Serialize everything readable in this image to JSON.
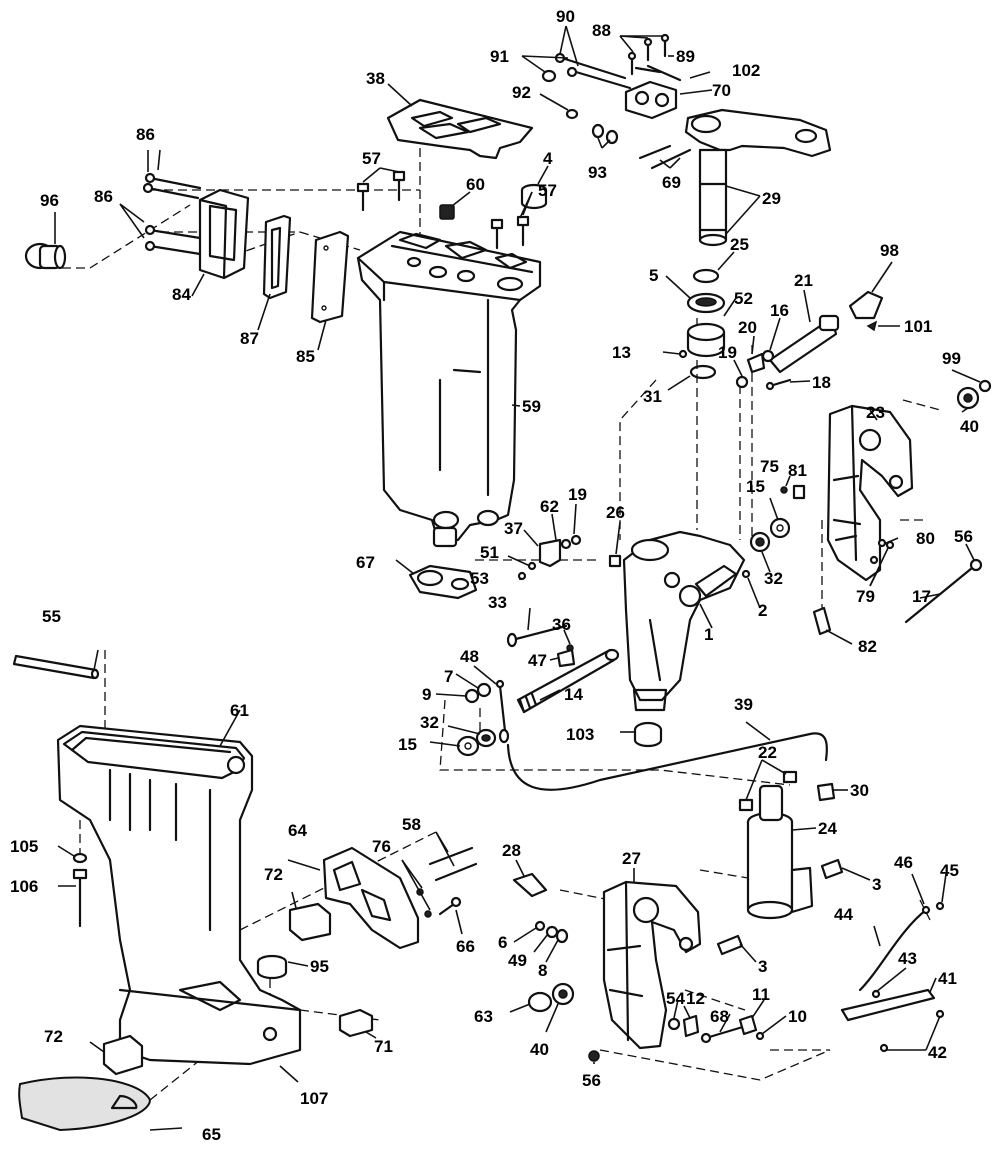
{
  "callouts": [
    {
      "id": "c1",
      "label": "1"
    },
    {
      "id": "c2",
      "label": "2"
    },
    {
      "id": "c3a",
      "label": "3"
    },
    {
      "id": "c3b",
      "label": "3"
    },
    {
      "id": "c4",
      "label": "4"
    },
    {
      "id": "c5",
      "label": "5"
    },
    {
      "id": "c6",
      "label": "6"
    },
    {
      "id": "c7",
      "label": "7"
    },
    {
      "id": "c8",
      "label": "8"
    },
    {
      "id": "c9",
      "label": "9"
    },
    {
      "id": "c10",
      "label": "10"
    },
    {
      "id": "c11",
      "label": "11"
    },
    {
      "id": "c12",
      "label": "12"
    },
    {
      "id": "c13",
      "label": "13"
    },
    {
      "id": "c14",
      "label": "14"
    },
    {
      "id": "c15a",
      "label": "15"
    },
    {
      "id": "c15b",
      "label": "15"
    },
    {
      "id": "c16",
      "label": "16"
    },
    {
      "id": "c17",
      "label": "17"
    },
    {
      "id": "c18",
      "label": "18"
    },
    {
      "id": "c19a",
      "label": "19"
    },
    {
      "id": "c19b",
      "label": "19"
    },
    {
      "id": "c20",
      "label": "20"
    },
    {
      "id": "c21",
      "label": "21"
    },
    {
      "id": "c22",
      "label": "22"
    },
    {
      "id": "c23",
      "label": "23"
    },
    {
      "id": "c24",
      "label": "24"
    },
    {
      "id": "c25",
      "label": "25"
    },
    {
      "id": "c26",
      "label": "26"
    },
    {
      "id": "c27",
      "label": "27"
    },
    {
      "id": "c28",
      "label": "28"
    },
    {
      "id": "c29",
      "label": "29"
    },
    {
      "id": "c30",
      "label": "30"
    },
    {
      "id": "c31",
      "label": "31"
    },
    {
      "id": "c32a",
      "label": "32"
    },
    {
      "id": "c32b",
      "label": "32"
    },
    {
      "id": "c33",
      "label": "33"
    },
    {
      "id": "c36",
      "label": "36"
    },
    {
      "id": "c37",
      "label": "37"
    },
    {
      "id": "c38",
      "label": "38"
    },
    {
      "id": "c39",
      "label": "39"
    },
    {
      "id": "c40a",
      "label": "40"
    },
    {
      "id": "c40b",
      "label": "40"
    },
    {
      "id": "c41",
      "label": "41"
    },
    {
      "id": "c42",
      "label": "42"
    },
    {
      "id": "c43",
      "label": "43"
    },
    {
      "id": "c44",
      "label": "44"
    },
    {
      "id": "c45",
      "label": "45"
    },
    {
      "id": "c46",
      "label": "46"
    },
    {
      "id": "c47",
      "label": "47"
    },
    {
      "id": "c48",
      "label": "48"
    },
    {
      "id": "c49",
      "label": "49"
    },
    {
      "id": "c51",
      "label": "51"
    },
    {
      "id": "c52",
      "label": "52"
    },
    {
      "id": "c53",
      "label": "53"
    },
    {
      "id": "c54",
      "label": "54"
    },
    {
      "id": "c55",
      "label": "55"
    },
    {
      "id": "c56a",
      "label": "56"
    },
    {
      "id": "c56b",
      "label": "56"
    },
    {
      "id": "c57a",
      "label": "57"
    },
    {
      "id": "c57b",
      "label": "57"
    },
    {
      "id": "c58",
      "label": "58"
    },
    {
      "id": "c59",
      "label": "59"
    },
    {
      "id": "c60",
      "label": "60"
    },
    {
      "id": "c61",
      "label": "61"
    },
    {
      "id": "c62",
      "label": "62"
    },
    {
      "id": "c63",
      "label": "63"
    },
    {
      "id": "c64",
      "label": "64"
    },
    {
      "id": "c65",
      "label": "65"
    },
    {
      "id": "c66",
      "label": "66"
    },
    {
      "id": "c67",
      "label": "67"
    },
    {
      "id": "c68",
      "label": "68"
    },
    {
      "id": "c69",
      "label": "69"
    },
    {
      "id": "c70",
      "label": "70"
    },
    {
      "id": "c71",
      "label": "71"
    },
    {
      "id": "c72a",
      "label": "72"
    },
    {
      "id": "c72b",
      "label": "72"
    },
    {
      "id": "c75",
      "label": "75"
    },
    {
      "id": "c76",
      "label": "76"
    },
    {
      "id": "c79",
      "label": "79"
    },
    {
      "id": "c80",
      "label": "80"
    },
    {
      "id": "c81",
      "label": "81"
    },
    {
      "id": "c82",
      "label": "82"
    },
    {
      "id": "c84",
      "label": "84"
    },
    {
      "id": "c85",
      "label": "85"
    },
    {
      "id": "c86a",
      "label": "86"
    },
    {
      "id": "c86b",
      "label": "86"
    },
    {
      "id": "c87",
      "label": "87"
    },
    {
      "id": "c88",
      "label": "88"
    },
    {
      "id": "c89",
      "label": "89"
    },
    {
      "id": "c90",
      "label": "90"
    },
    {
      "id": "c91",
      "label": "91"
    },
    {
      "id": "c92",
      "label": "92"
    },
    {
      "id": "c93",
      "label": "93"
    },
    {
      "id": "c95",
      "label": "95"
    },
    {
      "id": "c96",
      "label": "96"
    },
    {
      "id": "c98",
      "label": "98"
    },
    {
      "id": "c99",
      "label": "99"
    },
    {
      "id": "c101",
      "label": "101"
    },
    {
      "id": "c102",
      "label": "102"
    },
    {
      "id": "c103",
      "label": "103"
    },
    {
      "id": "c105",
      "label": "105"
    },
    {
      "id": "c106",
      "label": "106"
    },
    {
      "id": "c107",
      "label": "107"
    }
  ]
}
